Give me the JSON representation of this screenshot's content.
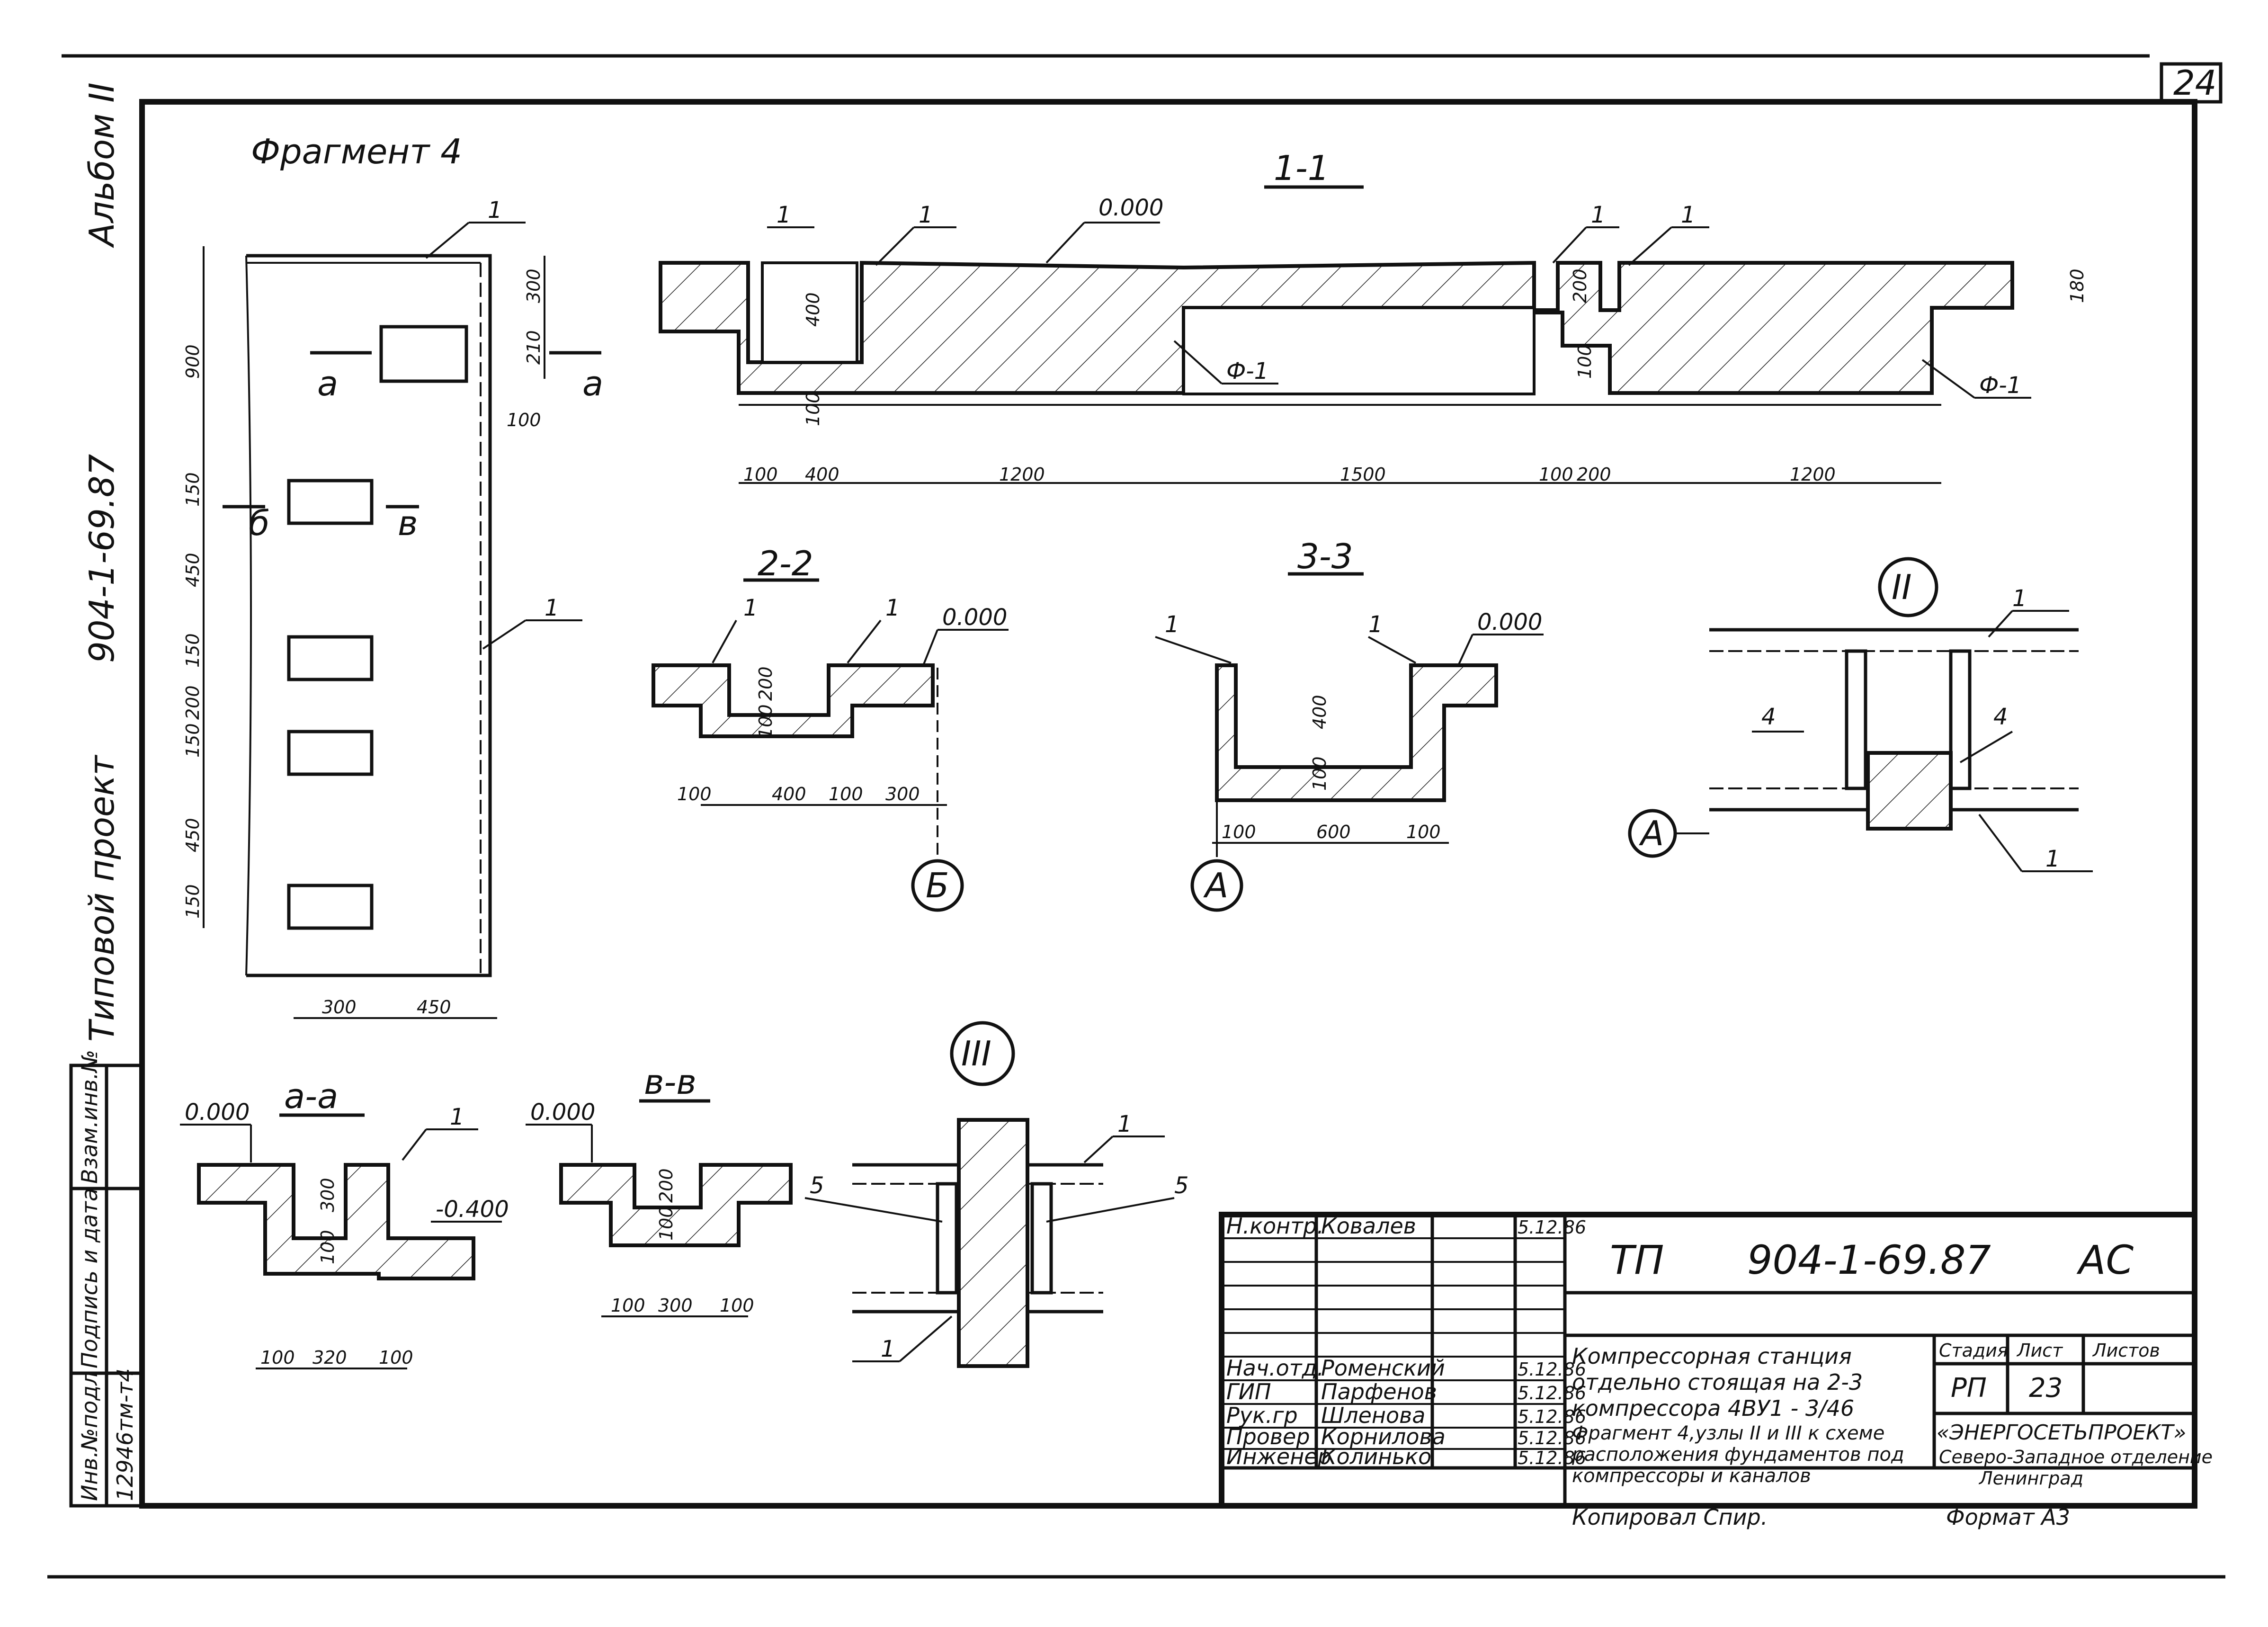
{
  "sheet_number": "24",
  "fragment_title": "Фрагмент 4",
  "side_block": {
    "album": "Альбом II",
    "project_code": "904-1-69.87",
    "project_type": "Типовой проект"
  },
  "stamp_column": {
    "inv_orig": "Инв.№подл",
    "inv_value": "12946тм-т4",
    "sign_date": "Подпись и дата",
    "vzam_inv": "Взам.инв.№"
  },
  "plan": {
    "dims_left": [
      "900",
      "150",
      "450",
      "150",
      "200",
      "150",
      "450",
      "150"
    ],
    "dims_right": [
      "300",
      "210",
      "100"
    ],
    "dims_bottom": [
      "300",
      "450"
    ],
    "section_marks": [
      "а",
      "а",
      "б",
      "в"
    ],
    "leaders": [
      "1",
      "1"
    ]
  },
  "section_1_1": {
    "title": "1-1",
    "level": "0.000",
    "leaders": [
      "1",
      "1",
      "1",
      "1"
    ],
    "foundation_marks": [
      "Ф-1",
      "Ф-1"
    ],
    "dims_bottom": [
      "100",
      "400",
      "1200",
      "1500",
      "100",
      "200",
      "1200"
    ],
    "dims_vertical": [
      "400",
      "100",
      "200",
      "100",
      "180"
    ]
  },
  "section_2_2": {
    "title": "2-2",
    "level": "0.000",
    "leaders": [
      "1",
      "1"
    ],
    "dims_bottom": [
      "100",
      "400",
      "100",
      "300"
    ],
    "dims_vertical": [
      "200",
      "100"
    ],
    "axis": "Б"
  },
  "section_3_3": {
    "title": "3-3",
    "level": "0.000",
    "leaders": [
      "1",
      "1"
    ],
    "dims_bottom": [
      "100",
      "600",
      "100"
    ],
    "dims_vertical": [
      "400",
      "100"
    ],
    "axis": "А"
  },
  "node_II": {
    "title": "II",
    "leaders": [
      "1",
      "4",
      "4",
      "1"
    ],
    "axis": "А"
  },
  "section_a_a": {
    "title": "а-а",
    "level": "0.000",
    "level_low": "-0.400",
    "leaders": [
      "1"
    ],
    "dims_bottom": [
      "100",
      "320",
      "100"
    ],
    "dims_vertical": [
      "300",
      "100"
    ]
  },
  "section_v_v": {
    "title": "в-в",
    "level": "0.000",
    "dims_bottom": [
      "100",
      "300",
      "100"
    ],
    "dims_vertical": [
      "200",
      "100"
    ]
  },
  "node_III": {
    "title": "III",
    "leaders": [
      "1",
      "5",
      "5",
      "1"
    ]
  },
  "title_block": {
    "rows": [
      {
        "role": "Н.контр.",
        "name": "Ковалев",
        "date": "5.12.86"
      },
      {
        "role": "Нач.отд.",
        "name": "Роменский",
        "date": "5.12.86"
      },
      {
        "role": "ГИП",
        "name": "Парфенов",
        "date": "5.12.86"
      },
      {
        "role": "Рук.гр",
        "name": "Шленова",
        "date": "5.12.86"
      },
      {
        "role": "Провер",
        "name": "Корнилова",
        "date": "5.12.86"
      },
      {
        "role": "Инженер",
        "name": "Колинько",
        "date": "5.12.86"
      }
    ],
    "code_prefix": "ТП",
    "code": "904-1-69.87",
    "code_suffix": "АС",
    "object_name": [
      "Компрессорная станция",
      "отдельно стоящая на 2-3",
      "компрессора 4ВУ1 - 3/46"
    ],
    "sheet_name": [
      "Фрагмент 4,узлы II и III к схеме",
      "расположения фундаментов под",
      "компрессоры и каналов"
    ],
    "stage_label": "Стадия",
    "sheet_label": "Лист",
    "sheets_label": "Листов",
    "stage": "РП",
    "sheet": "23",
    "org": [
      "«ЭНЕРГОСЕТЬПРОЕКТ»",
      "Северо-Западное отделение",
      "Ленинград"
    ],
    "copied": "Копировал Спир.",
    "format": "Формат А3"
  }
}
